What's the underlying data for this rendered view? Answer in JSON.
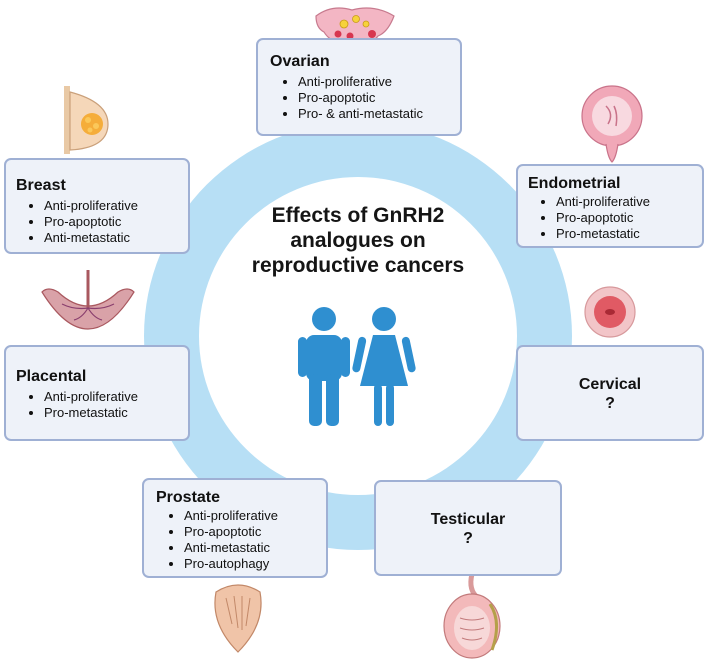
{
  "title": "Effects of GnRH2 analogues on reproductive cancers",
  "cards": {
    "ovarian": {
      "name": "Ovarian",
      "effects": [
        "Anti-proliferative",
        "Pro-apoptotic",
        "Pro- & anti-metastatic"
      ]
    },
    "breast": {
      "name": "Breast",
      "effects": [
        "Anti-proliferative",
        "Pro-apoptotic",
        "Anti-metastatic"
      ]
    },
    "endometrial": {
      "name": "Endometrial",
      "effects": [
        "Anti-proliferative",
        "Pro-apoptotic",
        "Pro-metastatic"
      ]
    },
    "placental": {
      "name": "Placental",
      "effects": [
        "Anti-proliferative",
        "Pro-metastatic"
      ]
    },
    "cervical": {
      "name": "Cervical",
      "status": "?"
    },
    "prostate": {
      "name": "Prostate",
      "effects": [
        "Anti-proliferative",
        "Pro-apoptotic",
        "Anti-metastatic",
        "Pro-autophagy"
      ]
    },
    "testicular": {
      "name": "Testicular",
      "status": "?"
    }
  },
  "colors": {
    "ring": "#b7dff5",
    "card_bg": "#eef2f9",
    "card_border": "#9fb0d4",
    "people": "#2f8fd0"
  }
}
